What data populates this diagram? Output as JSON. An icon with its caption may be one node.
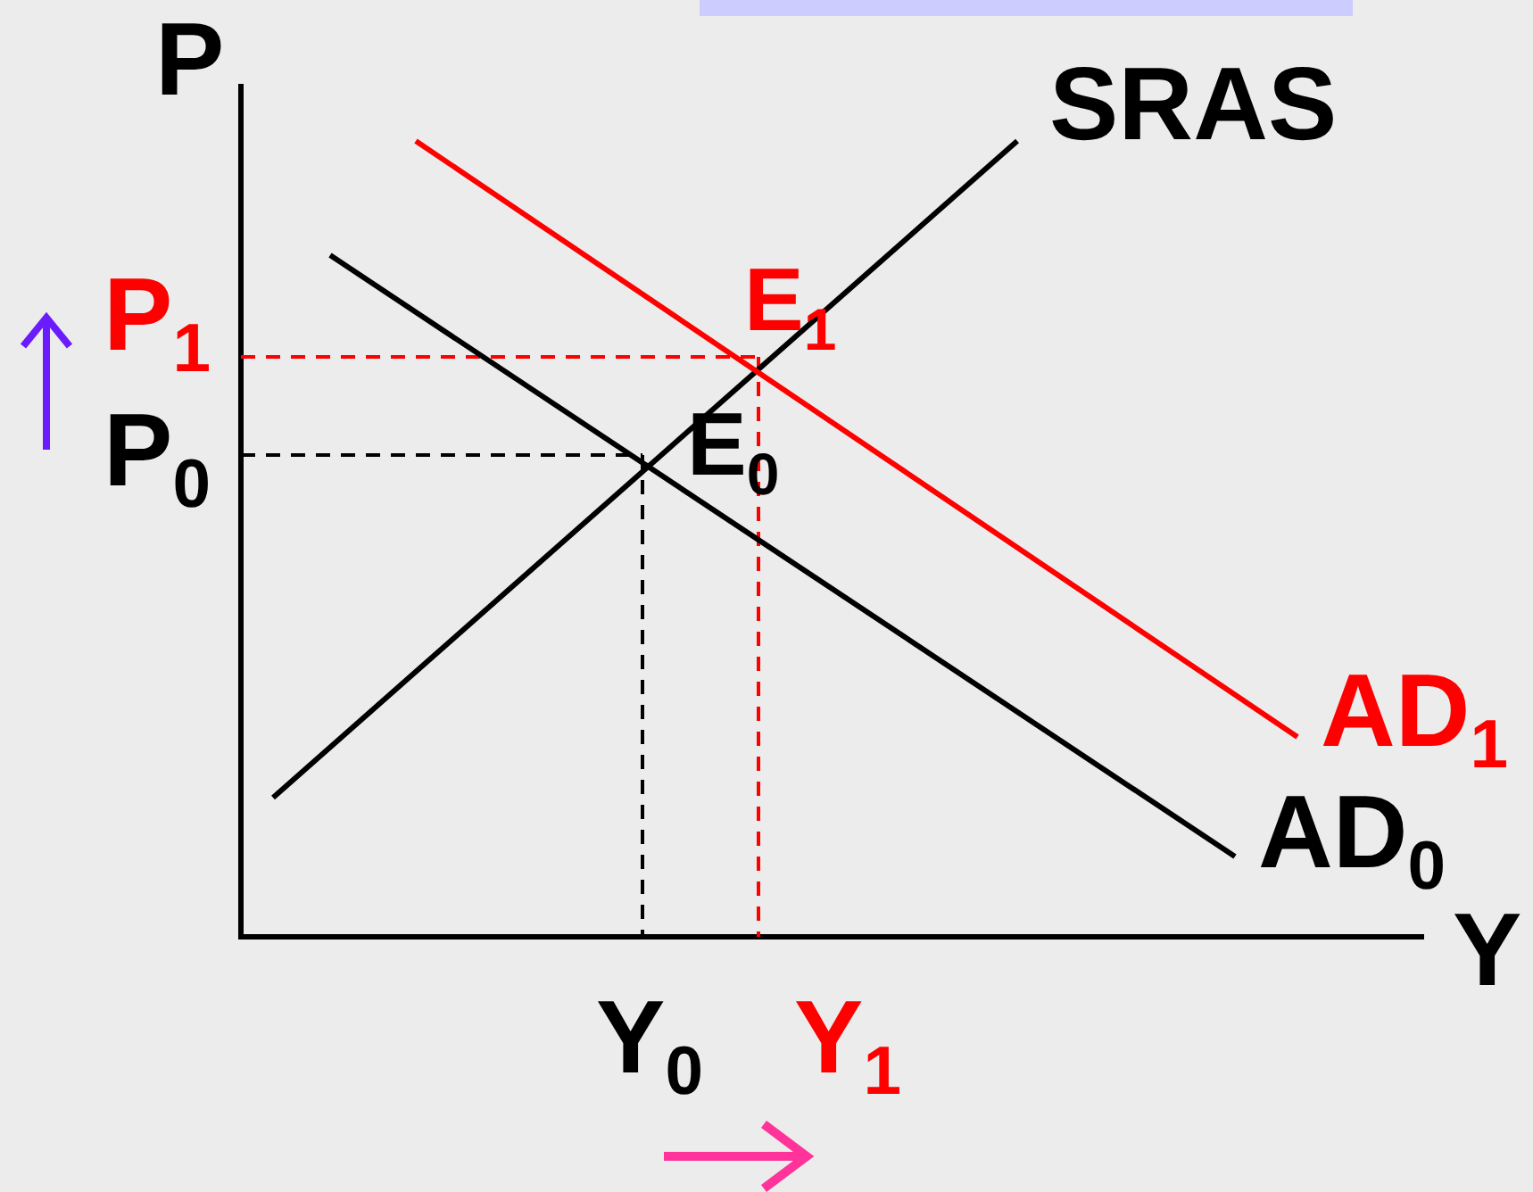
{
  "diagram": {
    "labels": [
      "P",
      "SRAS",
      "E$_{1}$",
      "P$_{1}$",
      "P$_{0}$",
      "E$_{0}$",
      "AD$_{1}$",
      "AD$_{0}$",
      "Y",
      "Y$_{0}$",
      "Y$_{1}$"
    ]
  }
}
